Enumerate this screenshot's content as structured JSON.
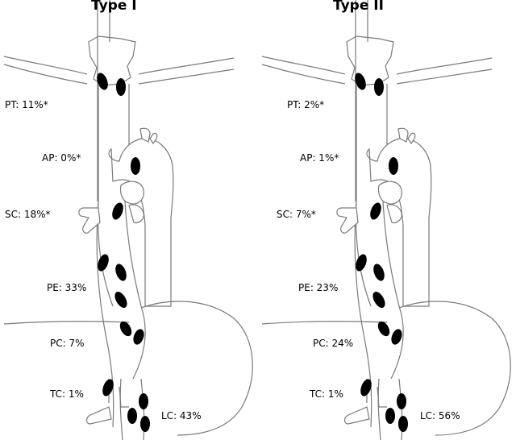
{
  "panels": [
    {
      "title": "Type I",
      "labels": {
        "pt": "PT: 11%*",
        "ap": "AP: 0%*",
        "sc": "SC: 18%*",
        "pe": "PE: 33%",
        "pc": "PC: 7%",
        "tc": "TC: 1%",
        "lc": "LC: 43%"
      }
    },
    {
      "title": "Type II",
      "labels": {
        "pt": "PT: 2%*",
        "ap": "AP: 1%*",
        "sc": "SC: 7%*",
        "pe": "PE: 23%",
        "pc": "PC: 24%",
        "tc": "TC: 1%",
        "lc": "LC: 56%"
      }
    }
  ]
}
